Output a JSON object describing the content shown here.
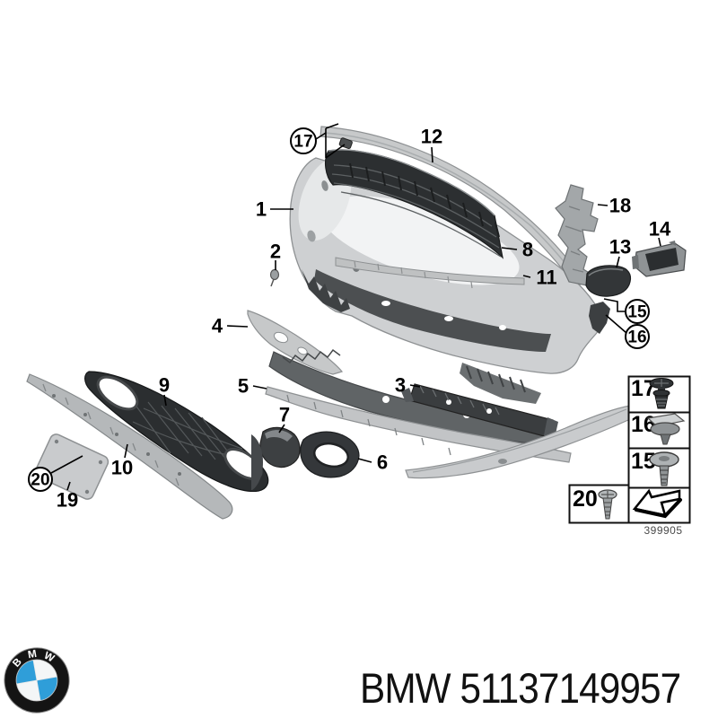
{
  "callouts": {
    "c1": "1",
    "c2": "2",
    "c3": "3",
    "c4": "4",
    "c5": "5",
    "c6": "6",
    "c7": "7",
    "c8": "8",
    "c9": "9",
    "c10": "10",
    "c11": "11",
    "c12": "12",
    "c13": "13",
    "c14": "14",
    "c15": "15",
    "c16": "16",
    "c17": "17",
    "c18": "18",
    "c19": "19",
    "c20": "20"
  },
  "legend": {
    "row_rivet": "17",
    "row_grommet": "16",
    "row_screw_washer": "15",
    "row_screw": "20",
    "diagram_code": "399905"
  },
  "logo": {
    "letter_b": "B",
    "letter_m": "M",
    "letter_w": "W"
  },
  "footer": {
    "part_number": "BMW 51137149957"
  },
  "colors": {
    "background": "#ffffff",
    "line": "#000000",
    "part_light": "#c9cbcd",
    "part_dark": "#333638",
    "logo_blue": "#2f9ed9",
    "code_grey": "#4a4a4a"
  }
}
